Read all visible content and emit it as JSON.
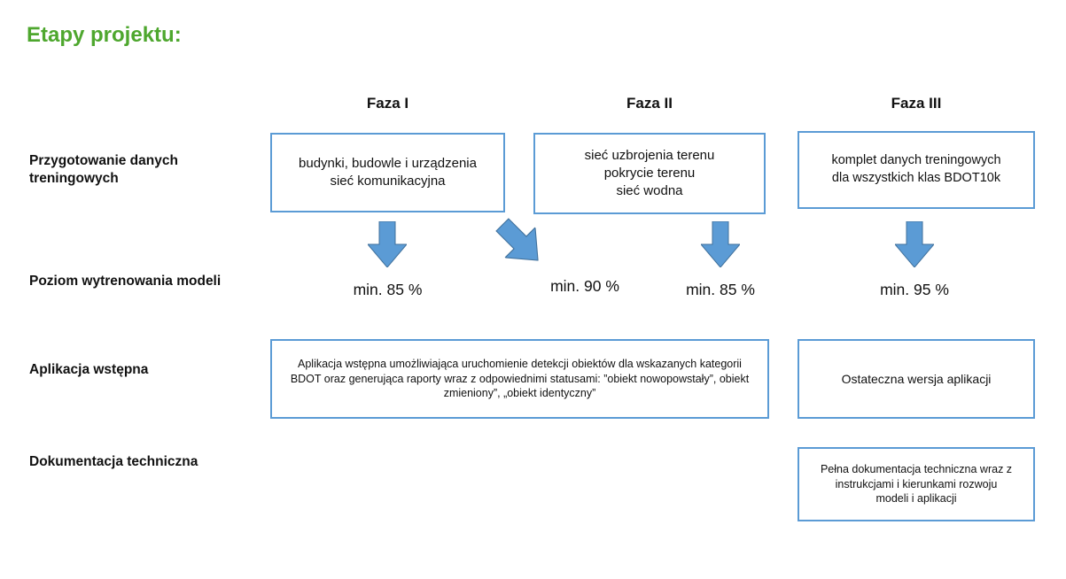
{
  "title": "Etapy projektu:",
  "columns": {
    "faza1": "Faza I",
    "faza2": "Faza II",
    "faza3": "Faza III"
  },
  "row_labels": {
    "training": "Przygotowanie danych treningowych",
    "level": "Poziom wytrenowania modeli",
    "app": "Aplikacja wstępna",
    "docs": "Dokumentacja techniczna"
  },
  "boxes": {
    "training_faza1": "budynki, budowle i urządzenia\nsieć komunikacyjna",
    "training_faza2": "sieć uzbrojenia terenu\npokrycie terenu\nsieć wodna",
    "training_faza3": "komplet danych treningowych\ndla wszystkich klas BDOT10k",
    "app_initial": "Aplikacja wstępna umożliwiająca uruchomienie detekcji obiektów dla wskazanych kategorii BDOT oraz generująca raporty wraz z odpowiednimi statusami: ”obiekt nowopowstały”, obiekt zmieniony”, „obiekt identyczny”",
    "app_final": "Ostateczna wersja aplikacji",
    "docs_faza3": "Pełna dokumentacja techniczna wraz z\ninstrukcjami i kierunkami rozwoju\nmodeli i aplikacji"
  },
  "levels": {
    "faza1": "min. 85 %",
    "between": "min. 90 %",
    "faza2": "min. 85 %",
    "faza3": "min. 95 %"
  },
  "icons": {
    "down_arrow": "down-arrow-icon",
    "diagonal_arrow": "diagonal-down-right-arrow-icon"
  },
  "colors": {
    "title_green": "#4EA72E",
    "box_border_blue": "#5B9BD5",
    "arrow_fill_blue": "#5B9BD5",
    "arrow_stroke_blue": "#41719C",
    "text": "#111111"
  }
}
